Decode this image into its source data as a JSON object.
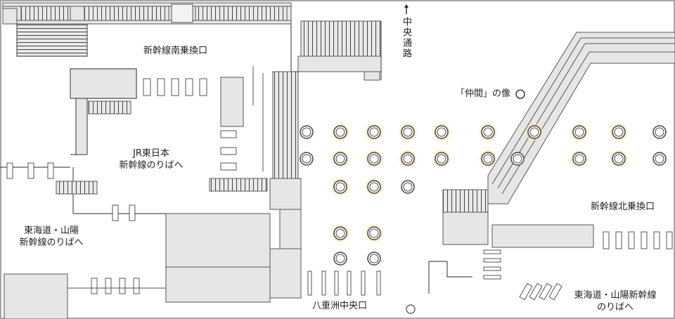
{
  "labels": {
    "shinkansen_south_gate": "新幹線南乗換口",
    "jr_east_line1": "JR東日本",
    "jr_east_line2": "新幹線のりばへ",
    "tokaido_line1": "東海道・山陽",
    "tokaido_line2": "新幹線のりばへ",
    "central_passage": "中央通路",
    "nakama_statue": "「仲間」の像",
    "shinkansen_north_gate": "新幹線北乗換口",
    "yaesu_central_gate": "八重洲中央口",
    "tokaido_bottom_line1": "東海道・山陽新幹線",
    "tokaido_bottom_line2": "のりばへ"
  },
  "colors": {
    "line": "#555555",
    "wall_fill": "#e6e6e6",
    "highlight": "#f8e2a0",
    "background": "#ffffff"
  },
  "icons": {
    "passage_arrow": "arrow-up-icon",
    "statue_marker": "circle-outline-icon",
    "pillar_highlighted": "highlighted-pillar-icon",
    "pillar": "pillar-icon"
  }
}
